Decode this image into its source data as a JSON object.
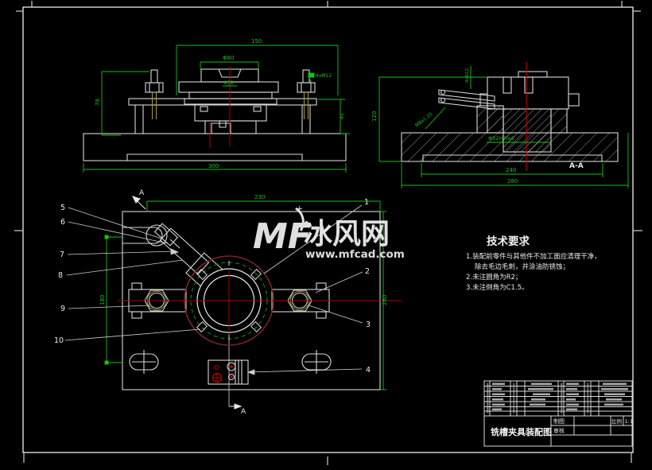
{
  "front": {
    "dim_top": "150",
    "dim_bore": "Φ80",
    "dim_notch": "Φ58",
    "dim_left": "78",
    "dim_right": "45",
    "dim_bottom": "300",
    "bolt_label": "4xM12"
  },
  "section": {
    "label": "A-A",
    "dim_left": "120",
    "dim_inner": "240",
    "dim_outer": "280",
    "bore_fit": "Φ52H7/g6",
    "pin_label": "M8x1.25",
    "holes_label": "4xΦ12"
  },
  "plan": {
    "dim_top": "230",
    "dim_left": "180",
    "dim_right": "260",
    "marker_top": "A",
    "marker_bottom": "A",
    "callouts": [
      "1",
      "2",
      "3",
      "4",
      "5",
      "6",
      "7",
      "8",
      "9",
      "10"
    ]
  },
  "tech_req": {
    "title": "技术要求",
    "line1": "1.装配前零件与其他件不加工面应清理干净，",
    "line2": "除去毛边毛刺，并涂油防锈蚀；",
    "line3": "2.未注圆角为R2；",
    "line4": "3.未注倒角为C1.5。"
  },
  "watermark": {
    "logo": "MF",
    "name": "冰风网",
    "url": "www.mfcad.com"
  },
  "title_block": {
    "title": "铣槽夹具装配图",
    "drawn": "制图",
    "checked": "审核",
    "scale_label": "比例",
    "scale_value": "1:1"
  }
}
